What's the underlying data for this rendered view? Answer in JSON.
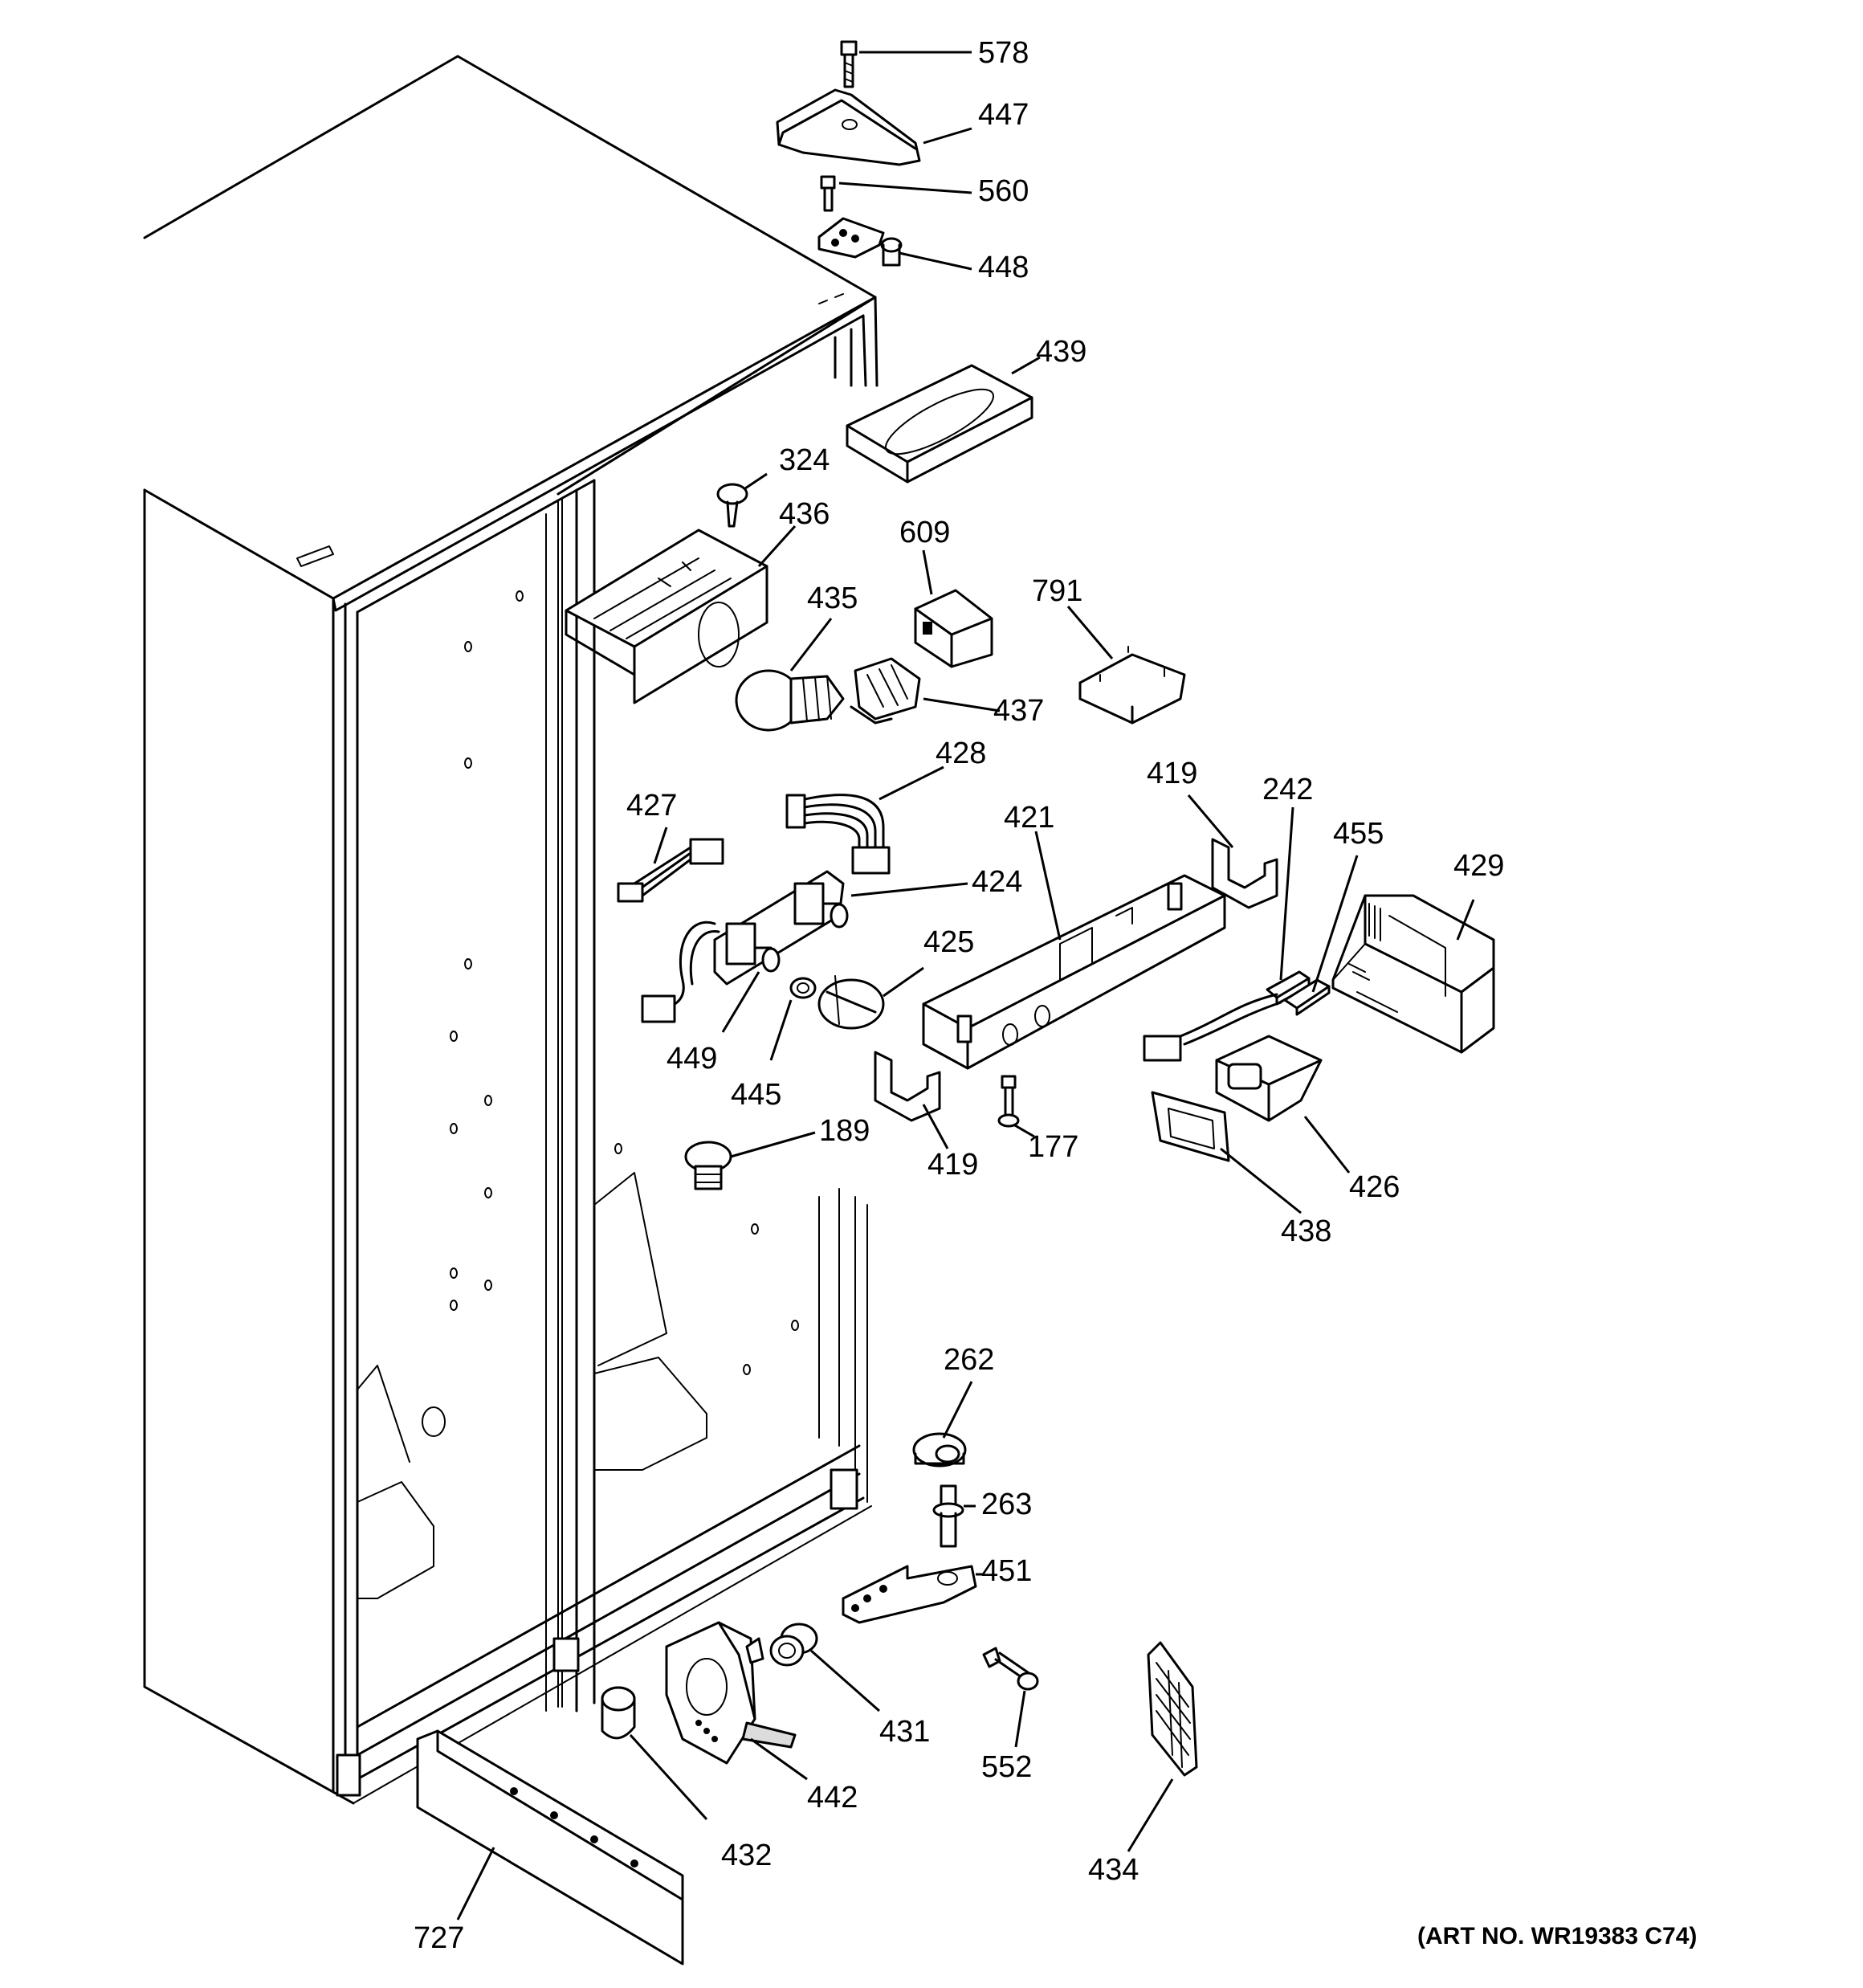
{
  "art_number": "(ART NO. WR19383 C74)",
  "callouts": [
    {
      "id": "578",
      "label": "578"
    },
    {
      "id": "447",
      "label": "447"
    },
    {
      "id": "560",
      "label": "560"
    },
    {
      "id": "448",
      "label": "448"
    },
    {
      "id": "439",
      "label": "439"
    },
    {
      "id": "324",
      "label": "324"
    },
    {
      "id": "436",
      "label": "436"
    },
    {
      "id": "609",
      "label": "609"
    },
    {
      "id": "435",
      "label": "435"
    },
    {
      "id": "791",
      "label": "791"
    },
    {
      "id": "437",
      "label": "437"
    },
    {
      "id": "428",
      "label": "428"
    },
    {
      "id": "427",
      "label": "427"
    },
    {
      "id": "419a",
      "label": "419"
    },
    {
      "id": "242",
      "label": "242"
    },
    {
      "id": "421",
      "label": "421"
    },
    {
      "id": "455",
      "label": "455"
    },
    {
      "id": "429",
      "label": "429"
    },
    {
      "id": "424",
      "label": "424"
    },
    {
      "id": "425",
      "label": "425"
    },
    {
      "id": "449",
      "label": "449"
    },
    {
      "id": "445",
      "label": "445"
    },
    {
      "id": "419b",
      "label": "419"
    },
    {
      "id": "177",
      "label": "177"
    },
    {
      "id": "426",
      "label": "426"
    },
    {
      "id": "189",
      "label": "189"
    },
    {
      "id": "438",
      "label": "438"
    },
    {
      "id": "262",
      "label": "262"
    },
    {
      "id": "263",
      "label": "263"
    },
    {
      "id": "451",
      "label": "451"
    },
    {
      "id": "431",
      "label": "431"
    },
    {
      "id": "552",
      "label": "552"
    },
    {
      "id": "442",
      "label": "442"
    },
    {
      "id": "434",
      "label": "434"
    },
    {
      "id": "432",
      "label": "432"
    },
    {
      "id": "727",
      "label": "727"
    }
  ]
}
